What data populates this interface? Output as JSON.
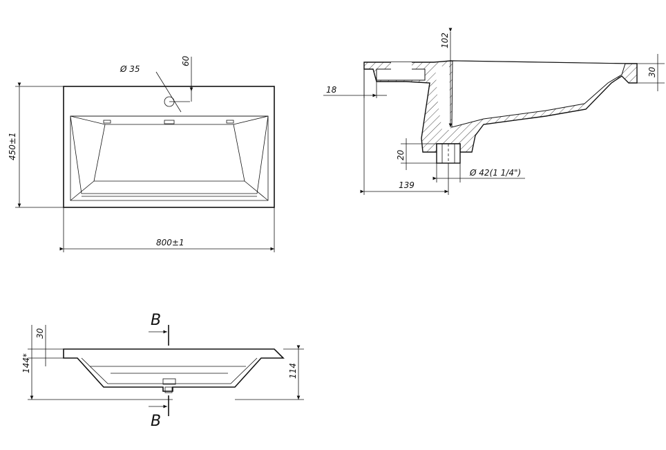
{
  "labels": {
    "hole_diameter": "Ø 35",
    "hole_offset": "60",
    "height": "450±1",
    "width": "800±1",
    "depth": "102",
    "rim": "30",
    "lip": "18",
    "drain_height": "20",
    "drain_diameter": "Ø 42(1 1/4\")",
    "drain_offset": "139",
    "front_rim": "30",
    "total_height": "144*",
    "bowl_height": "114",
    "section_top": "B",
    "section_bottom": "B"
  }
}
